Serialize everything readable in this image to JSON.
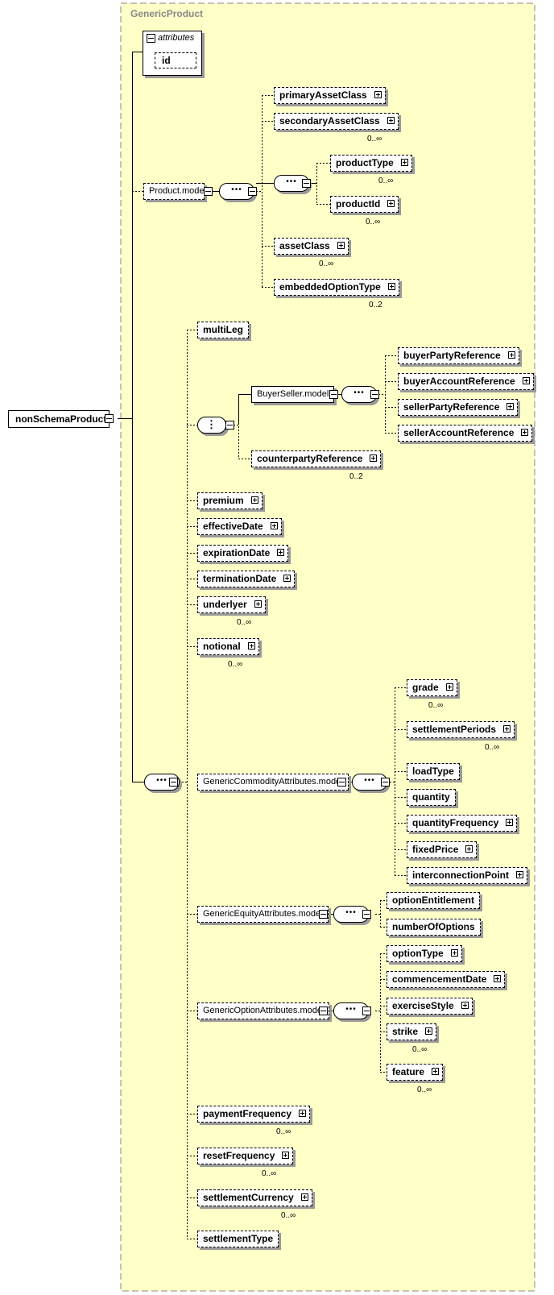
{
  "group_title": "GenericProduct",
  "root": "nonSchemaProduct",
  "attributes": {
    "label": "attributes",
    "id": "id"
  },
  "product_model": {
    "label": "Product.model",
    "primaryAssetClass": "primaryAssetClass",
    "secondaryAssetClass": "secondaryAssetClass",
    "secondaryAssetClass_card": "0..∞",
    "productType": "productType",
    "productType_card": "0..∞",
    "productId": "productId",
    "productId_card": "0..∞",
    "assetClass": "assetClass",
    "assetClass_card": "0..∞",
    "embeddedOptionType": "embeddedOptionType",
    "embeddedOptionType_card": "0..2"
  },
  "multiLeg": "multiLeg",
  "buyer_seller": {
    "label": "BuyerSeller.model",
    "buyerPartyReference": "buyerPartyReference",
    "buyerAccountReference": "buyerAccountReference",
    "sellerPartyReference": "sellerPartyReference",
    "sellerAccountReference": "sellerAccountReference",
    "counterpartyReference": "counterpartyReference",
    "counterpartyReference_card": "0..2"
  },
  "premium": "premium",
  "effectiveDate": "effectiveDate",
  "expirationDate": "expirationDate",
  "terminationDate": "terminationDate",
  "underlyer": "underlyer",
  "underlyer_card": "0..∞",
  "notional": "notional",
  "notional_card": "0..∞",
  "commodity": {
    "label": "GenericCommodityAttributes.model",
    "grade": "grade",
    "grade_card": "0..∞",
    "settlementPeriods": "settlementPeriods",
    "settlementPeriods_card": "0..∞",
    "loadType": "loadType",
    "quantity": "quantity",
    "quantityFrequency": "quantityFrequency",
    "fixedPrice": "fixedPrice",
    "interconnectionPoint": "interconnectionPoint"
  },
  "equity": {
    "label": "GenericEquityAttributes.model",
    "optionEntitlement": "optionEntitlement",
    "numberOfOptions": "numberOfOptions"
  },
  "option": {
    "label": "GenericOptionAttributes.model",
    "optionType": "optionType",
    "commencementDate": "commencementDate",
    "exerciseStyle": "exerciseStyle",
    "strike": "strike",
    "strike_card": "0..∞",
    "feature": "feature",
    "feature_card": "0..∞"
  },
  "paymentFrequency": "paymentFrequency",
  "paymentFrequency_card": "0..∞",
  "resetFrequency": "resetFrequency",
  "resetFrequency_card": "0..∞",
  "settlementCurrency": "settlementCurrency",
  "settlementCurrency_card": "0..∞",
  "settlementType": "settlementType"
}
